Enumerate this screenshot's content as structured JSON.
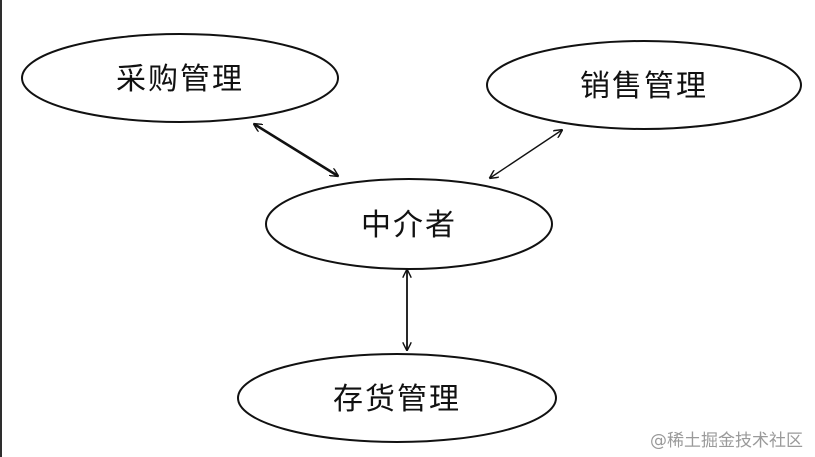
{
  "nodes": {
    "purchase": {
      "label": "采购管理"
    },
    "sales": {
      "label": "销售管理"
    },
    "mediator": {
      "label": "中介者"
    },
    "inventory": {
      "label": "存货管理"
    }
  },
  "edges": [
    {
      "from": "purchase",
      "to": "mediator",
      "type": "bidirectional"
    },
    {
      "from": "sales",
      "to": "mediator",
      "type": "bidirectional"
    },
    {
      "from": "mediator",
      "to": "inventory",
      "type": "bidirectional"
    }
  ],
  "watermark": "@稀土掘金技术社区"
}
